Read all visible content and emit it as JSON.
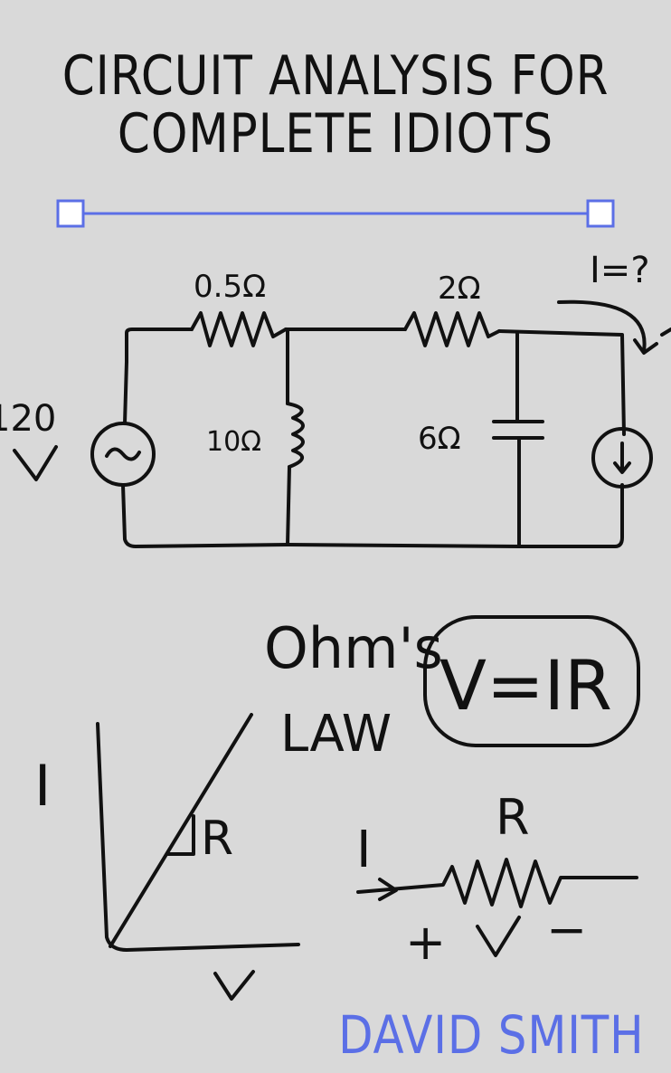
{
  "title": {
    "line1": "CIRCUIT ANALYSIS FOR",
    "line2": "COMPLETE IDIOTS"
  },
  "author": "DAVID SMITH",
  "circuit": {
    "source_label": "120",
    "source_unit": "V",
    "r_series_1": "0.5Ω",
    "r_series_2": "2Ω",
    "inductor_label": "10Ω",
    "capacitor_label": "6Ω",
    "current_label": "I=?"
  },
  "ohms_law": {
    "heading_line1": "Ohm's",
    "heading_line2": "LAW",
    "formula": "V=IR"
  },
  "graph": {
    "y_label": "I",
    "x_label": "V",
    "slope_label": "R"
  },
  "resistor_diagram": {
    "current_label": "I",
    "resistance_label": "R",
    "polarity_plus": "+",
    "voltage_label": "V",
    "polarity_minus": "−"
  },
  "colors": {
    "background": "#d9d9d9",
    "ink": "#111111",
    "accent": "#5b6fe6"
  }
}
